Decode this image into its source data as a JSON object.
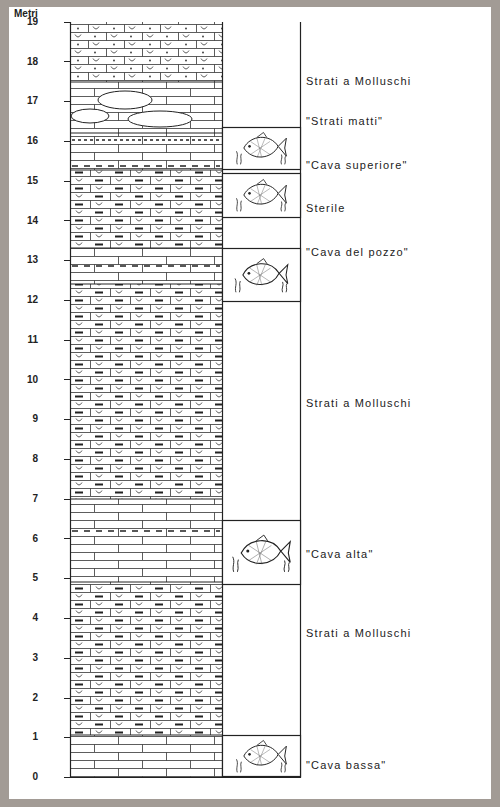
{
  "diagram": {
    "labels": [
      "Metri",
      "19",
      "18",
      "17",
      "16",
      "15",
      "14",
      "13",
      "12",
      "11",
      "10",
      "9",
      "8",
      "7",
      "6",
      "5",
      "4",
      "3",
      "2",
      "1",
      "0",
      "Strati a Molluschi",
      "\"Strati matti\"",
      "\"Cava superiore\"",
      "Sterile",
      "\"Cava del pozzo\"",
      "Strati a Molluschi",
      "\"Cava alta\"",
      "Strati a Molluschi",
      "\"Cava bassa\""
    ]
  }
}
